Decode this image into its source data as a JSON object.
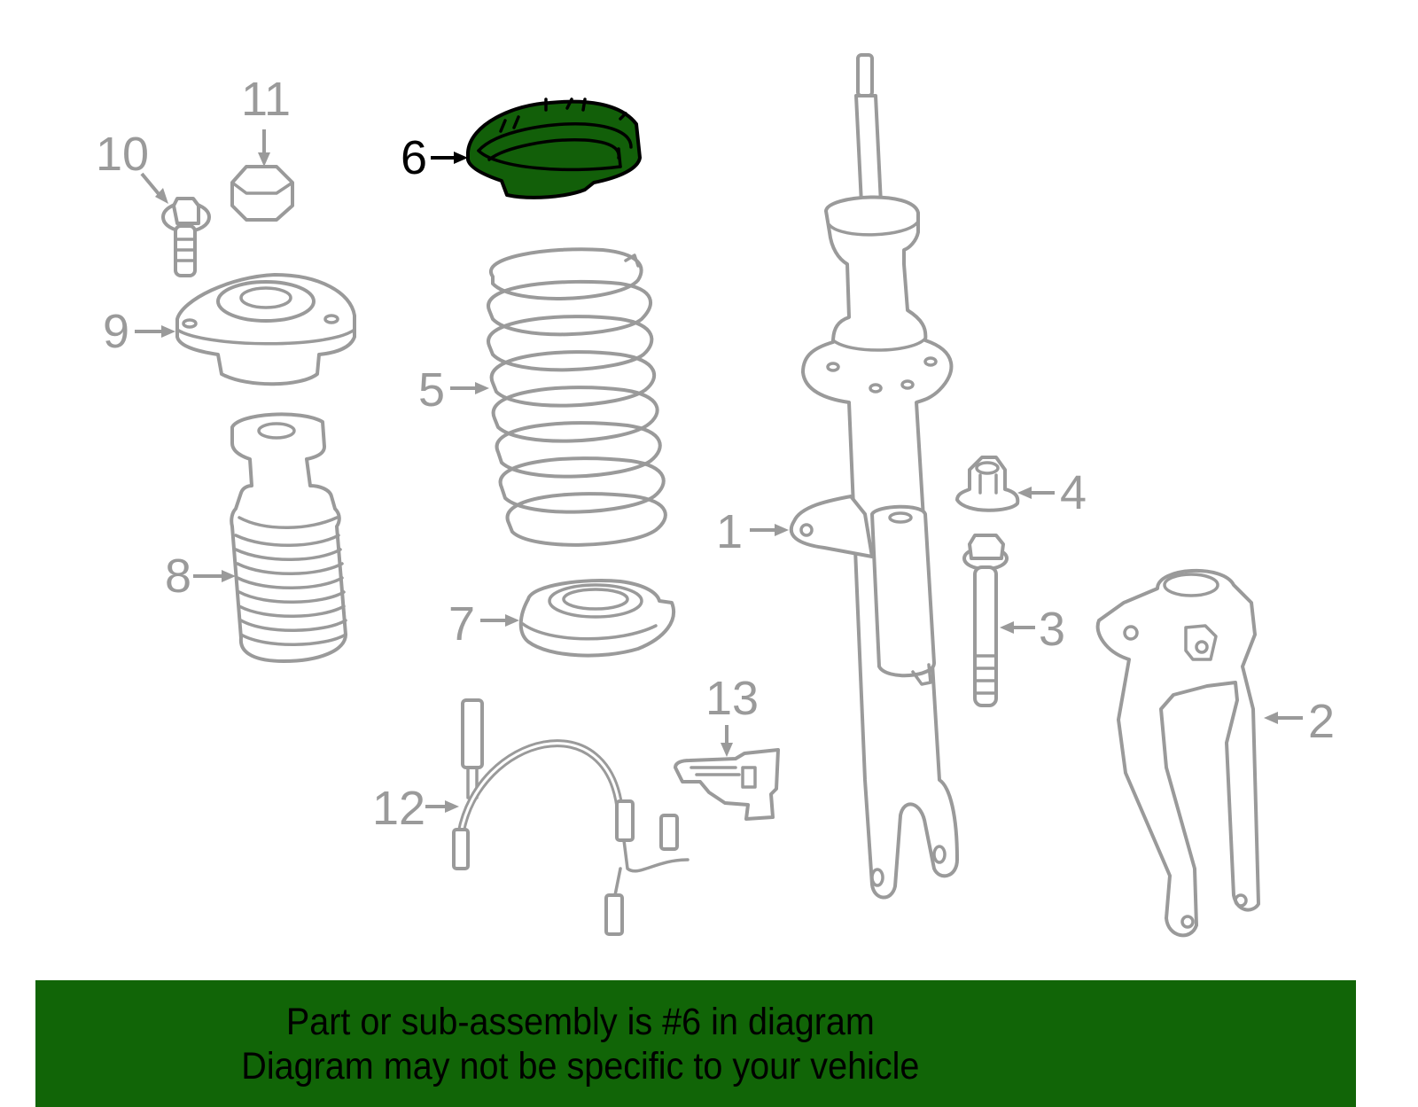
{
  "diagram": {
    "title": "Front strut / spring assembly exploded view",
    "highlighted_part": "6",
    "highlight_color": "#125f09",
    "line_color": "#9a9a9a",
    "callouts": [
      {
        "id": "1",
        "label": "1",
        "part": "strut-bracket"
      },
      {
        "id": "2",
        "label": "2",
        "part": "steering-knuckle"
      },
      {
        "id": "3",
        "label": "3",
        "part": "bolt"
      },
      {
        "id": "4",
        "label": "4",
        "part": "nut"
      },
      {
        "id": "5",
        "label": "5",
        "part": "coil-spring"
      },
      {
        "id": "6",
        "label": "6",
        "part": "upper-spring-seat",
        "highlighted": true
      },
      {
        "id": "7",
        "label": "7",
        "part": "lower-spring-seat"
      },
      {
        "id": "8",
        "label": "8",
        "part": "bump-stop-dust-boot"
      },
      {
        "id": "9",
        "label": "9",
        "part": "strut-mount"
      },
      {
        "id": "10",
        "label": "10",
        "part": "mount-bolt"
      },
      {
        "id": "11",
        "label": "11",
        "part": "cap-nut"
      },
      {
        "id": "12",
        "label": "12",
        "part": "abs-sensor-wire"
      },
      {
        "id": "13",
        "label": "13",
        "part": "wire-bracket"
      }
    ]
  },
  "banner": {
    "color": "#116507",
    "line1": "Part or sub-assembly is #6 in diagram",
    "line2": "Diagram may not be specific to your vehicle"
  }
}
